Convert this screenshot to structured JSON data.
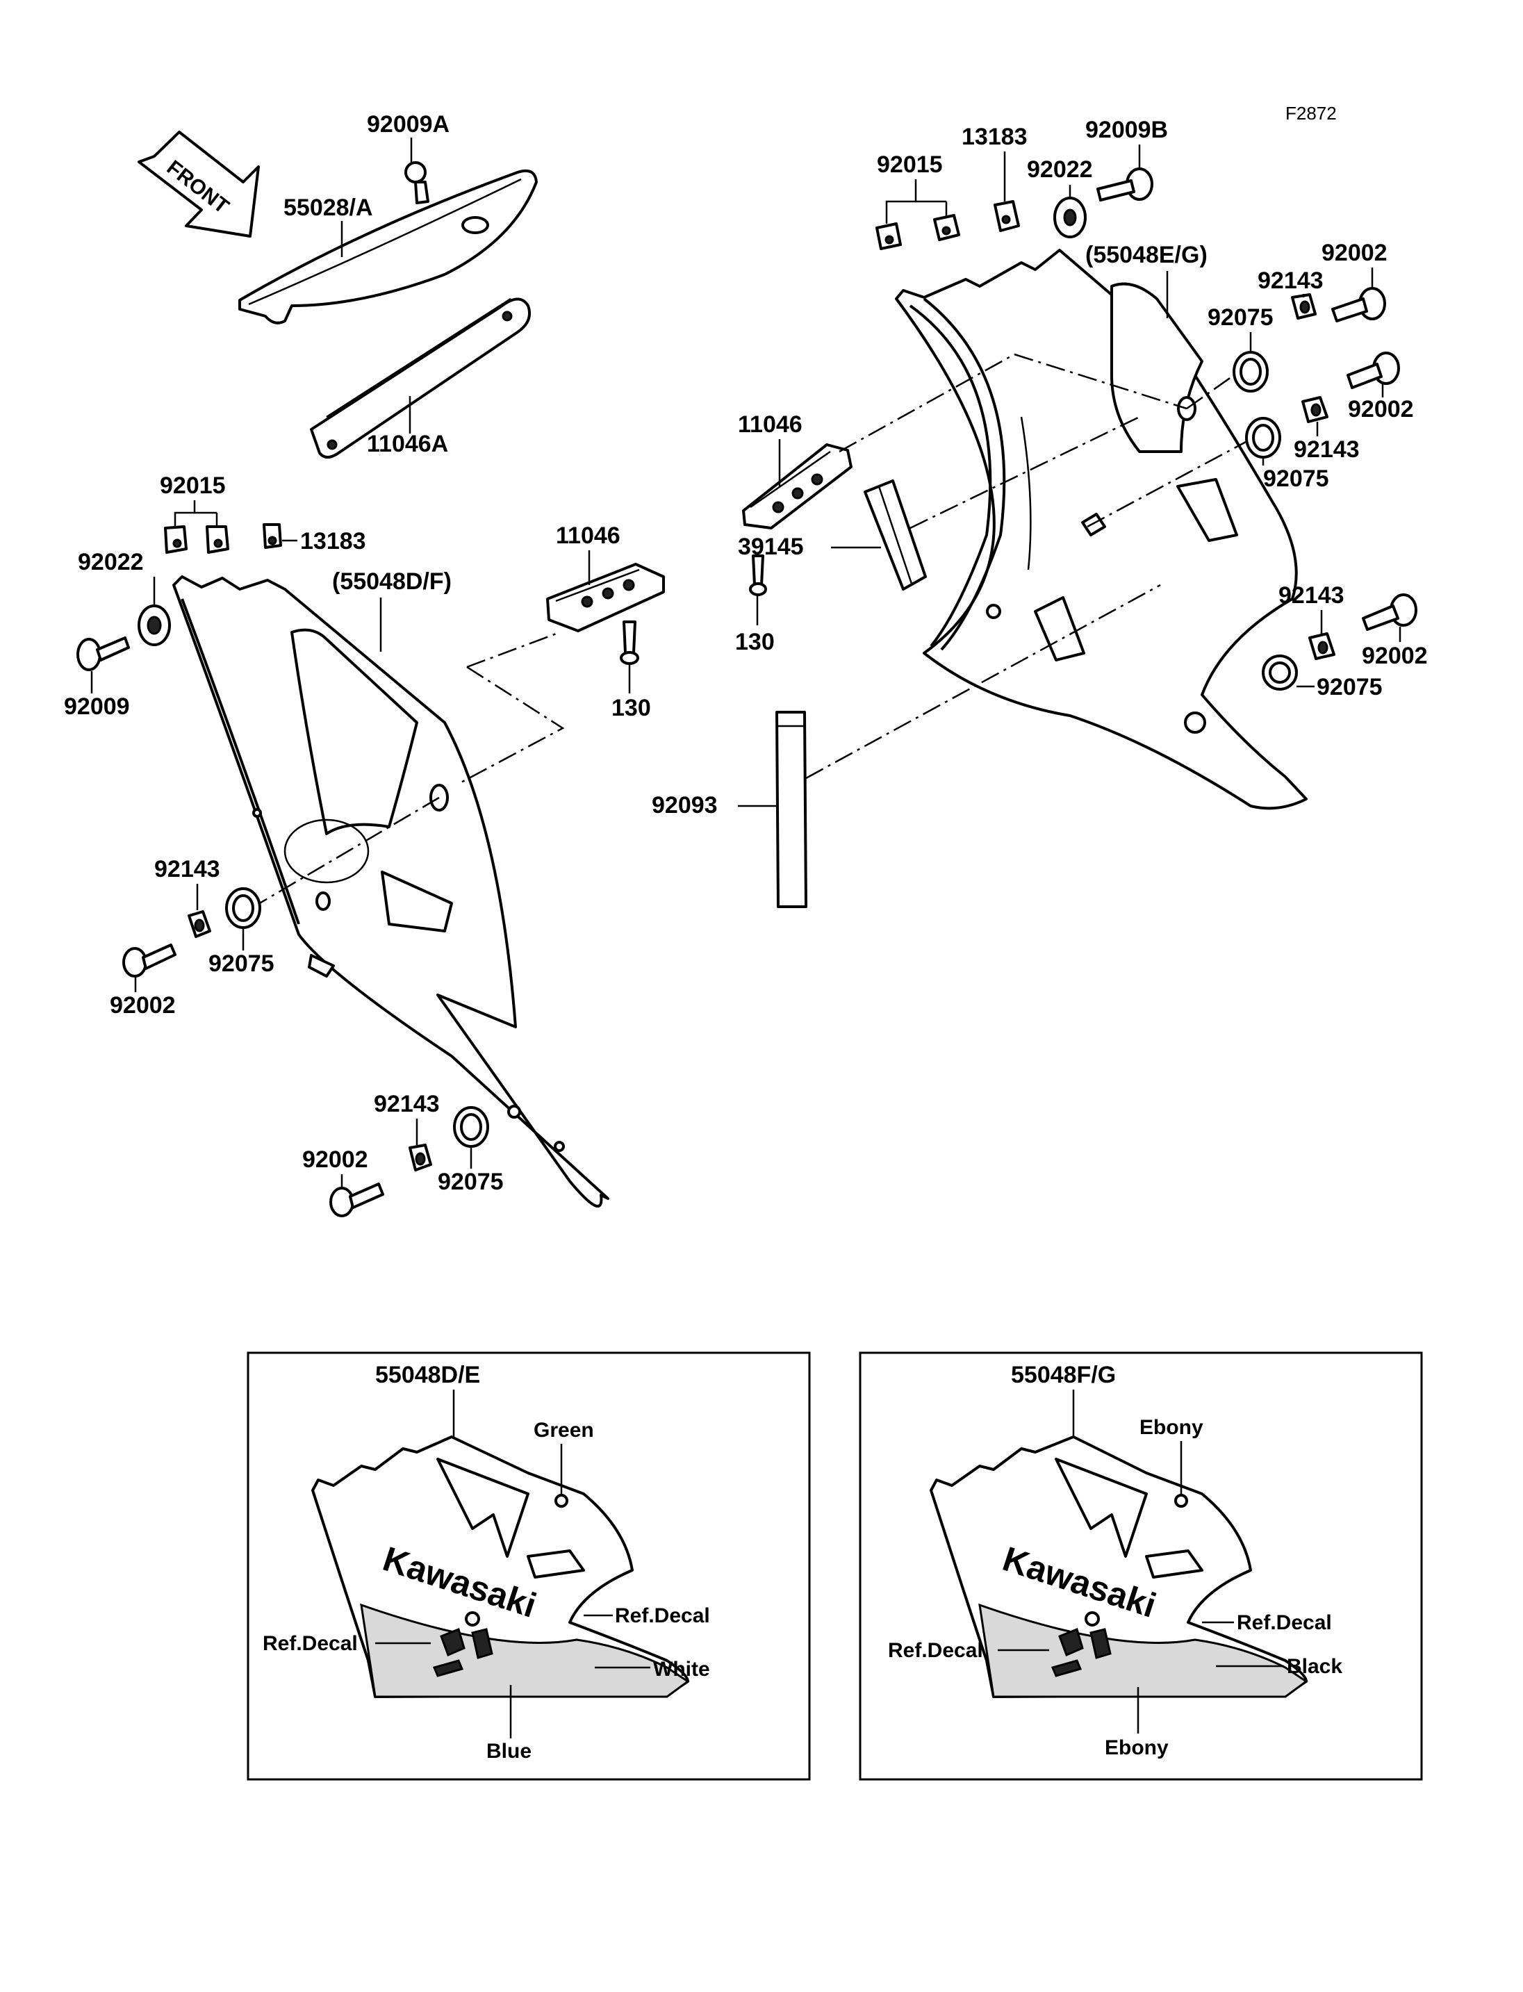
{
  "figure_code": "F2872",
  "arrow_label": "FRONT",
  "labels": {
    "p92009A": "92009A",
    "p55028A": "55028/A",
    "p11046A": "11046A",
    "p92015_left": "92015",
    "p92022_left": "92022",
    "p13183_left": "13183",
    "p55048DF": "(55048D/F)",
    "p92009": "92009",
    "p11046_left": "11046",
    "p130_left": "130",
    "p92143_left_mid": "92143",
    "p92075_left_mid": "92075",
    "p92002_left_mid": "92002",
    "p92143_left_bot": "92143",
    "p92075_left_bot": "92075",
    "p92002_left_bot": "92002",
    "p92015_right": "92015",
    "p13183_right": "13183",
    "p92009B": "92009B",
    "p92022_right": "92022",
    "p55048EG": "(55048E/G)",
    "p92002_r1": "92002",
    "p92143_r1": "92143",
    "p92075_r1": "92075",
    "p92002_r2": "92002",
    "p92143_r2": "92143",
    "p92075_r2": "92075",
    "p11046_right": "11046",
    "p39145": "39145",
    "p130_right": "130",
    "p92143_r3": "92143",
    "p92002_r3": "92002",
    "p92075_r3": "92075",
    "p92093": "92093"
  },
  "color_panels": [
    {
      "title": "55048D/E",
      "brand": "Kawasaki",
      "top_color": "Green",
      "stripe_color": "White",
      "bottom_color": "Blue",
      "ref_decal_right": "Ref.Decal",
      "ref_decal_left": "Ref.Decal"
    },
    {
      "title": "55048F/G",
      "brand": "Kawasaki",
      "top_color": "Ebony",
      "stripe_color": "Black",
      "bottom_color": "Ebony",
      "ref_decal_right": "Ref.Decal",
      "ref_decal_left": "Ref.Decal"
    }
  ]
}
